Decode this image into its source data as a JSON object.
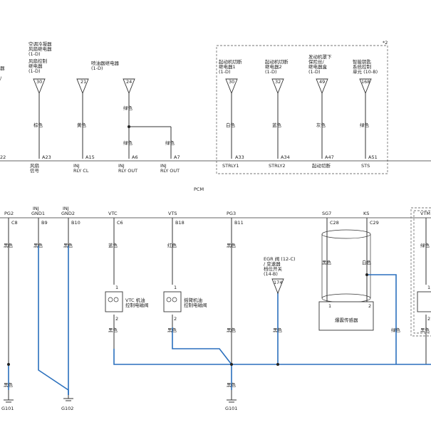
{
  "top_box_marker": "*2",
  "pcm_label": "PCM",
  "top_components": [
    {
      "id": "blower",
      "text": [
        "空调冷凝器",
        "风扇继电器",
        "(1-D)",
        "风扇控制",
        "继电器",
        "(1-D)"
      ]
    },
    {
      "id": "injrly",
      "text": [
        "喷油器继电器",
        "(1-D)"
      ]
    },
    {
      "id": "strly1",
      "text": [
        "起动机切断",
        "继电器1",
        "(1-D)"
      ]
    },
    {
      "id": "strly2",
      "text": [
        "起动机切断",
        "继电器2",
        "(1-D)"
      ]
    },
    {
      "id": "dash",
      "text": [
        "发动机罩下",
        "保险丝/",
        "继电器盒",
        "(1-D)"
      ]
    },
    {
      "id": "imm",
      "text": [
        "智能钥匙",
        "系统控制",
        "单元 (10-B)"
      ]
    }
  ],
  "left_edge_text": [
    "器",
    "/"
  ],
  "connectors_top": {
    "c30a": "30",
    "c21": "21",
    "c24": "24",
    "c30b": "30",
    "c32": "32",
    "c49": "49",
    "c168": "168"
  },
  "wire_colors_top": {
    "c1": "棕色",
    "c2": "黄色",
    "c3": "绿色",
    "c4": "绿色",
    "c5": "绿色",
    "c6": "白色",
    "c7": "蓝色",
    "c8": "灰色",
    "c9": "绿色"
  },
  "pins_top": {
    "p22": "22",
    "a23": "A23",
    "a15": "A15",
    "a6": "A6",
    "a7": "A7",
    "a33": "A33",
    "a34": "A34",
    "a47": "A47",
    "a51": "A51"
  },
  "signals_top": {
    "fan": [
      "风扇",
      "信号"
    ],
    "inj_cl": [
      "INJ",
      "RLY CL"
    ],
    "inj_out1": [
      "INJ",
      "RLY OUT"
    ],
    "inj_out2": [
      "INJ",
      "RLY OUT"
    ],
    "strly1": "STRLY1",
    "strly2": "STRLY2",
    "start_cut": "起动切断",
    "sts": "STS"
  },
  "signals_bottom": {
    "pg2": "PG2",
    "injgnd1": [
      "INJ",
      "GND1"
    ],
    "injgnd2": [
      "INJ",
      "GND2"
    ],
    "vtc": "VTC",
    "vts": "VTS",
    "pg3": "PG3",
    "sg7": "SG7",
    "ks": "KS",
    "vtm": "VTM"
  },
  "pins_bottom": {
    "c8": "C8",
    "b9": "B9",
    "b10": "B10",
    "c6": "C6",
    "b18": "B18",
    "b11": "B11",
    "c28": "C28",
    "c29": "C29"
  },
  "wire_colors_bottom": {
    "w1": "黑色",
    "w2": "黑色",
    "w3": "黑色",
    "w4": "蓝色",
    "w5": "红色",
    "w6": "黑色",
    "w7": "黑色",
    "w8": "白色",
    "w9": "绿色",
    "w10": "黑色",
    "w11": "黑色",
    "w12": "黑色",
    "w13": "黑色",
    "w14": "绿色",
    "w15": "黑色"
  },
  "wire_colors_ground": {
    "g1": "黑色",
    "g2": "黑色"
  },
  "components_bottom": {
    "vtc_valve": [
      "VTC 机油",
      "控制电磁阀"
    ],
    "rocker_valve": [
      "摇臂机油",
      "控制电磁阀"
    ],
    "egr": [
      "EGR 阀 (12-C)",
      "/ 变速器",
      "档位开关",
      "(14-B)"
    ],
    "knock": "爆震传感器"
  },
  "egr_connector": "174",
  "coil_pins": {
    "vtc_1": "1",
    "vtc_2": "2",
    "rk_1": "1",
    "rk_2": "2",
    "ks_1": "1",
    "ks_2": "2",
    "vtm_1": "1",
    "vtm_2": "2"
  },
  "grounds": {
    "g101a": "G101",
    "g102": "G102",
    "g101b": "G101"
  }
}
